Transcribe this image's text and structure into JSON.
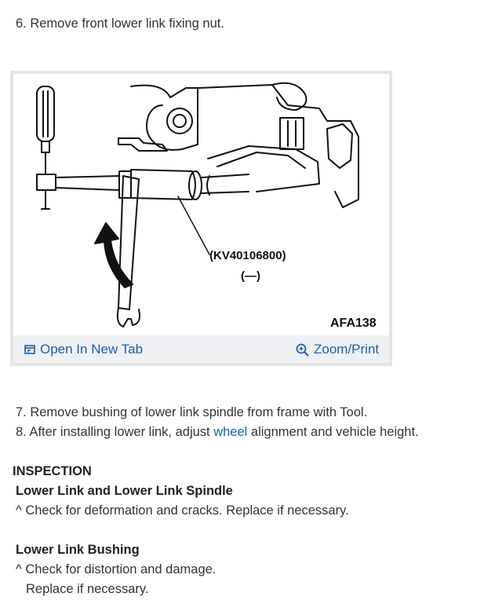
{
  "steps": {
    "step6": "6. Remove front lower link fixing nut.",
    "step7": "7. Remove bushing of lower link spindle from frame with Tool.",
    "step8_before": "8. After installing lower link, adjust ",
    "step8_link": "wheel",
    "step8_after": " alignment and vehicle height."
  },
  "figure": {
    "tool_number": "(KV40106800)",
    "tool_sub": "(—)",
    "figure_id": "AFA138",
    "open_tab_label": "Open In New Tab",
    "zoom_label": "Zoom/Print"
  },
  "inspection": {
    "heading": "INSPECTION",
    "sub1_title": "Lower Link and Lower Link Spindle",
    "sub1_line1": "^  Check for deformation and cracks. Replace if necessary.",
    "sub2_title": "Lower Link Bushing",
    "sub2_line1": "^  Check for distortion and damage.",
    "sub2_line2": "Replace if necessary."
  }
}
